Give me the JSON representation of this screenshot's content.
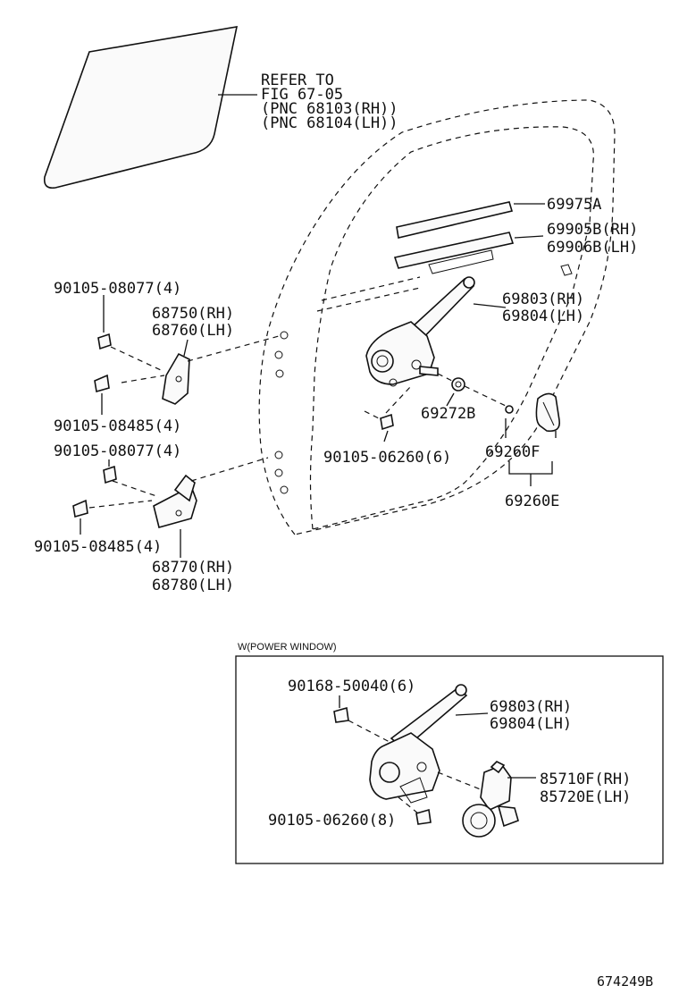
{
  "refer_note": {
    "line1": "REFER TO",
    "line2": "FIG 67-05",
    "line3": "(PNC 68103(RH))",
    "line4": "(PNC 68104(LH))"
  },
  "labels": {
    "p69975A": "69975A",
    "p69905B": "69905B(RH)",
    "p69906B": "69906B(LH)",
    "p69803": "69803(RH)",
    "p69804": "69804(LH)",
    "p69272B": "69272B",
    "p90105_06260_6": "90105-06260(6)",
    "p69260F": "69260F",
    "p69260E": "69260E",
    "p90105_08077_top": "90105-08077(4)",
    "p68750": "68750(RH)",
    "p68760": "68760(LH)",
    "p90105_08485_top": "90105-08485(4)",
    "p90105_08077_bot": "90105-08077(4)",
    "p90105_08485_bot": "90105-08485(4)",
    "p68770": "68770(RH)",
    "p68780": "68780(LH)"
  },
  "power_window": {
    "title": "W(POWER WINDOW)",
    "p90168": "90168-50040(6)",
    "p69803": "69803(RH)",
    "p69804": "69804(LH)",
    "p85710F": "85710F(RH)",
    "p85720E": "85720E(LH)",
    "p90105_06260_8": "90105-06260(8)"
  },
  "figure_id": "674249B"
}
